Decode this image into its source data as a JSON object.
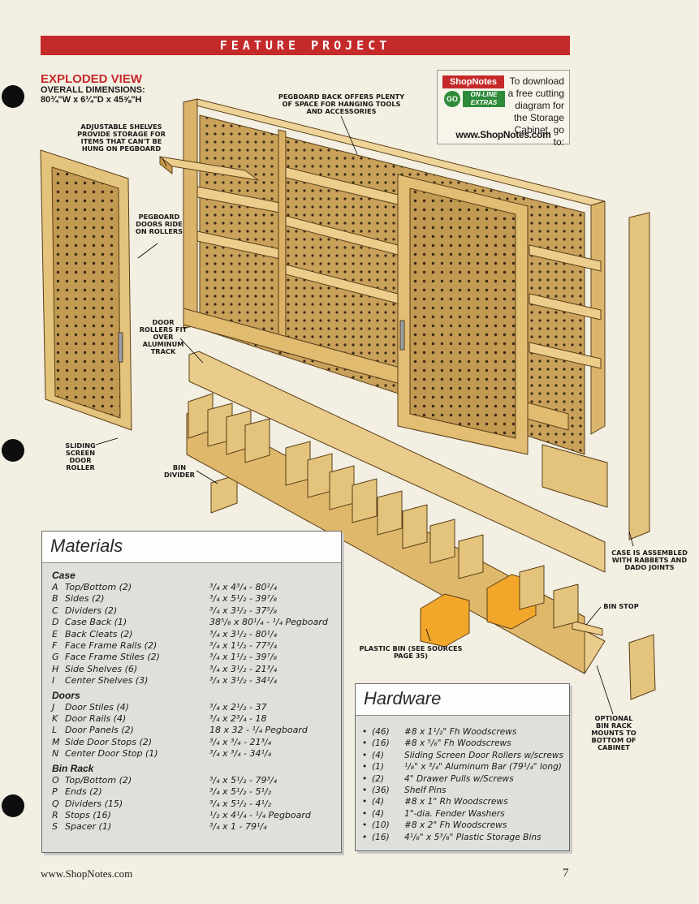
{
  "banner": "FEATURE PROJECT",
  "exploded": {
    "title": "EXPLODED VIEW",
    "dims_line1": "OVERALL DIMENSIONS:",
    "dims_line2": "80¾\"W x 6¼\"D x 45⅝\"H"
  },
  "callouts": {
    "adjustable": "ADJUSTABLE SHELVES PROVIDE STORAGE FOR ITEMS THAT CAN'T BE HUNG ON PEGBOARD",
    "pegboard_back": "PEGBOARD BACK OFFERS PLENTY OF SPACE FOR HANGING TOOLS AND ACCESSORIES",
    "pegboard_doors": "PEGBOARD DOORS RIDE ON ROLLERS",
    "door_rollers": "DOOR ROLLERS FIT OVER ALUMINUM TRACK",
    "sliding": "SLIDING SCREEN DOOR ROLLER",
    "bin_divider": "BIN DIVIDER",
    "case_assembled": "CASE IS ASSEMBLED WITH RABBETS AND DADO JOINTS",
    "bin_stop": "BIN STOP",
    "plastic_bin": "PLASTIC BIN (SEE SOURCES PAGE 35)",
    "optional": "OPTIONAL BIN RACK MOUNTS TO BOTTOM OF CABINET"
  },
  "shopnotes": {
    "logo": "ShopNotes",
    "go": "GO",
    "online": "ON-LINE EXTRAS",
    "text": "To download a free cutting diagram for the Storage Cabinet, go to:",
    "url": "www.ShopNotes.com"
  },
  "materials": {
    "title": "Materials",
    "sections": [
      {
        "name": "Case",
        "rows": [
          {
            "letter": "A",
            "part": "Top/Bottom (2)",
            "size": "³/₄ x 4³/₄ - 80¹/₄"
          },
          {
            "letter": "B",
            "part": "Sides (2)",
            "size": "³/₄ x 5¹/₂ - 39⁷/₈"
          },
          {
            "letter": "C",
            "part": "Dividers (2)",
            "size": "³/₄ x 3¹/₂ - 37⁵/₈"
          },
          {
            "letter": "D",
            "part": "Case Back (1)",
            "size": "38⁵/₈ x 80¹/₄ - ¹/₄ Pegboard"
          },
          {
            "letter": "E",
            "part": "Back Cleats (2)",
            "size": "³/₄ x 3¹/₂ - 80¹/₄"
          },
          {
            "letter": "F",
            "part": "Face Frame Rails (2)",
            "size": "³/₄ x 1¹/₂ - 77³/₄"
          },
          {
            "letter": "G",
            "part": "Face Frame Stiles (2)",
            "size": "³/₄ x 1¹/₂ - 39⁷/₈"
          },
          {
            "letter": "H",
            "part": "Side Shelves (6)",
            "size": "³/₄ x 3¹/₂ - 21³/₄"
          },
          {
            "letter": "I",
            "part": "Center Shelves (3)",
            "size": "³/₄ x 3¹/₂ - 34¹/₄"
          }
        ]
      },
      {
        "name": "Doors",
        "rows": [
          {
            "letter": "J",
            "part": "Door Stiles (4)",
            "size": "³/₄ x 2¹/₂ - 37"
          },
          {
            "letter": "K",
            "part": "Door Rails (4)",
            "size": "³/₄ x 2³/₄ - 18"
          },
          {
            "letter": "L",
            "part": "Door Panels (2)",
            "size": "18 x 32 - ¹/₄ Pegboard"
          },
          {
            "letter": "M",
            "part": "Side Door Stops (2)",
            "size": "³/₄ x ³/₄ - 21³/₄"
          },
          {
            "letter": "N",
            "part": "Center Door Stop (1)",
            "size": "³/₄ x ³/₄ - 34¹/₄"
          }
        ]
      },
      {
        "name": "Bin Rack",
        "rows": [
          {
            "letter": "O",
            "part": "Top/Bottom (2)",
            "size": "³/₄ x 5¹/₂ - 79³/₄"
          },
          {
            "letter": "P",
            "part": "Ends (2)",
            "size": "³/₄ x 5¹/₂ - 5¹/₂"
          },
          {
            "letter": "Q",
            "part": "Dividers (15)",
            "size": "³/₄ x 5¹/₂ - 4¹/₂"
          },
          {
            "letter": "R",
            "part": "Stops (16)",
            "size": "¹/₂ x 4¹/₄ - ¹/₄ Pegboard"
          },
          {
            "letter": "S",
            "part": "Spacer (1)",
            "size": "³/₄ x 1 - 79¹/₄"
          }
        ]
      }
    ]
  },
  "hardware": {
    "title": "Hardware",
    "items": [
      {
        "qty": "(46)",
        "desc": "#8 x 1¹/₂\" Fh Woodscrews"
      },
      {
        "qty": "(16)",
        "desc": "#8 x ⁵/₈\" Fh Woodscrews"
      },
      {
        "qty": "(4)",
        "desc": "Sliding Screen Door Rollers w/screws"
      },
      {
        "qty": "(1)",
        "desc": "¹/₈\" x ³/₄\" Aluminum Bar (79¹/₄\" long)"
      },
      {
        "qty": "(2)",
        "desc": "4\" Drawer Pulls w/Screws"
      },
      {
        "qty": "(36)",
        "desc": "Shelf Pins"
      },
      {
        "qty": "(4)",
        "desc": "#8 x 1\" Rh Woodscrews"
      },
      {
        "qty": "(4)",
        "desc": "1\"-dia. Fender Washers"
      },
      {
        "qty": "(10)",
        "desc": "#8 x 2\" Fh Woodscrews"
      },
      {
        "qty": "(16)",
        "desc": "4¹/₈\" x 5³/₈\" Plastic Storage Bins"
      }
    ]
  },
  "footer": {
    "url": "www.ShopNotes.com",
    "page": "7"
  },
  "colors": {
    "banner_red": "#c52a2a",
    "wood": "#e4c37c",
    "wood_dark": "#b58a3f",
    "bin_orange": "#f2a72a"
  }
}
